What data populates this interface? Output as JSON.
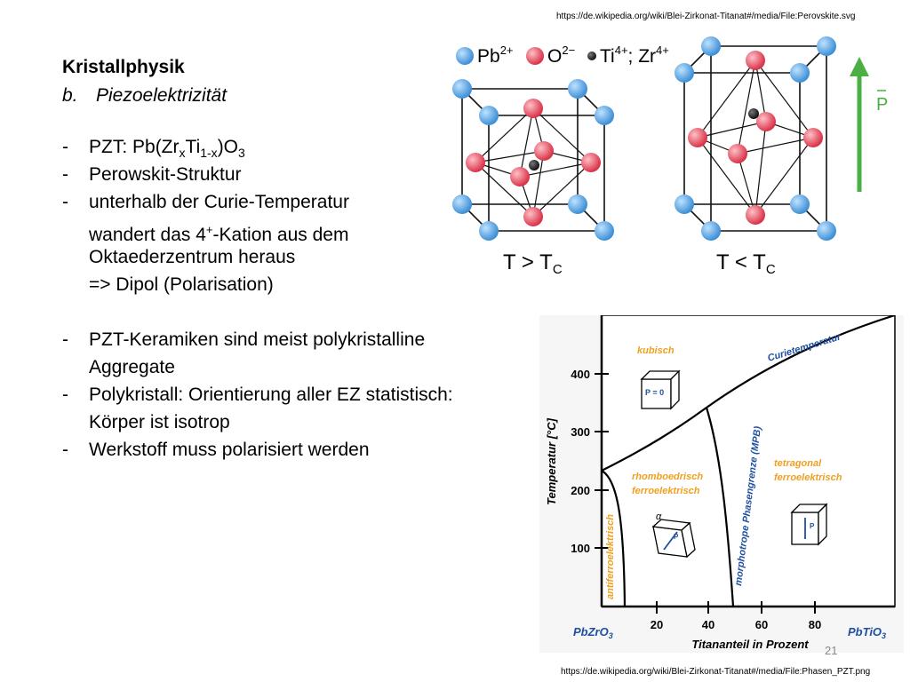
{
  "sources": {
    "top": "https://de.wikipedia.org/wiki/Blei-Zirkonat-Titanat#/media/File:Perovskite.svg",
    "bottom": "https://de.wikipedia.org/wiki/Blei-Zirkonat-Titanat#/media/File:Phasen_PZT.png"
  },
  "heading": {
    "title": "Kristallphysik",
    "sub_num": "b.",
    "sub_title": "Piezoelektrizität"
  },
  "bullets": {
    "dash": "-",
    "pzt_prefix": "PZT: Pb(Zr",
    "pzt_x": "x",
    "pzt_ti": "Ti",
    "pzt_1x": "1-x",
    "pzt_o": ")O",
    "pzt_3": "3",
    "perowskit": "Perowskit-Struktur",
    "curie_1": "unterhalb der Curie-Temperatur",
    "curie_2a": "wandert das 4",
    "curie_2sup": "+",
    "curie_2b": "-Kation aus dem",
    "curie_3": "Oktaederzentrum heraus",
    "curie_4": "=> Dipol (Polarisation)",
    "keramik_1": "PZT-Keramiken sind meist polykristalline",
    "keramik_2": "Aggregate",
    "poly_1": "Polykristall: Orientierung aller EZ statistisch:",
    "poly_2": "Körper ist isotrop",
    "werkstoff": "Werkstoff muss polarisiert werden"
  },
  "perovskite": {
    "legend_pb": "Pb",
    "legend_pb_sup": "2+",
    "legend_o": "O",
    "legend_o_sup": "2−",
    "legend_ti": "Ti",
    "legend_ti_sup": "4+",
    "legend_zr": "; Zr",
    "legend_zr_sup": "4+",
    "label_left_t": "T > T",
    "label_left_c": "C",
    "label_right_t": "T < T",
    "label_right_c": "C",
    "p_vector": "P",
    "colors": {
      "pb": "#4a9fe0",
      "o": "#e0455a",
      "ti": "#222222",
      "arrow": "#4bb043"
    }
  },
  "phase_diagram": {
    "ylabel": "Temperatur [°C]",
    "xlabel": "Titananteil in Prozent",
    "yticks": [
      "400",
      "300",
      "200",
      "100"
    ],
    "xticks": [
      "20",
      "40",
      "60",
      "80"
    ],
    "left_end": "PbZrO",
    "left_end_sub": "3",
    "right_end": "PbTiO",
    "right_end_sub": "3",
    "curie_label": "Curietemperatur",
    "cubic_label": "kubisch",
    "p_zero": "P = 0",
    "rhombo_1": "rhomboedrisch",
    "rhombo_2": "ferroelektrisch",
    "tetra_1": "tetragonal",
    "tetra_2": "ferroelektrisch",
    "mpb": "morphotrope Phasengrenze (MPB)",
    "antiferro": "antiferroelektrisch",
    "alpha": "α",
    "p_small": "P",
    "colors": {
      "orange": "#f0a020",
      "blue": "#1f4fa0",
      "bg": "#f6f6f6"
    }
  },
  "page_number": "21"
}
